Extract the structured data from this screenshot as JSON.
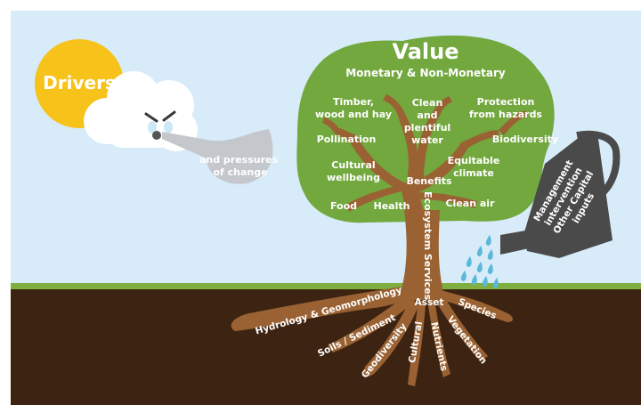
{
  "colors": {
    "sky": "#d7ebf8",
    "ground": "#3d2412",
    "grass": "#7fb03f",
    "canopy": "#72a83e",
    "trunk": "#9a6233",
    "sun": "#f7c21a",
    "cloud": "#ffffff",
    "breath": "#c4c7cb",
    "can": "#4a4a4a",
    "water": "#5bb8da",
    "text_light": "#ffffff"
  },
  "drivers": {
    "label": "Drivers",
    "pressures_line1": "and pressures",
    "pressures_line2": "of change"
  },
  "canopy": {
    "title": "Value",
    "subtitle": "Monetary & Non-Monetary",
    "benefits": {
      "timber_1": "Timber,",
      "timber_2": "wood and hay",
      "clean_1": "Clean",
      "clean_2": "and",
      "clean_3": "plentiful",
      "clean_4": "water",
      "protection_1": "Protection",
      "protection_2": "from hazards",
      "pollination": "Pollination",
      "biodiversity": "Biodiversity",
      "cultural_1": "Cultural",
      "cultural_2": "wellbeing",
      "equitable_1": "Equitable",
      "equitable_2": "climate",
      "benefits": "Benefits",
      "food": "Food",
      "health": "Health",
      "clean_air": "Clean air"
    }
  },
  "trunk": {
    "label": "Ecosystem Services"
  },
  "watering_can": {
    "line1": "Management",
    "line2": "intervention",
    "line3": "Other Capital",
    "line4": "inputs"
  },
  "roots": {
    "asset": "Asset",
    "hydrology": "Hydrology & Geomorphology",
    "soils": "Soils / Sediment",
    "geodiversity": "Geodiversity",
    "cultural": "Cultural",
    "nutrients": "Nutrients",
    "vegetation": "Vegetation",
    "species": "Species"
  }
}
